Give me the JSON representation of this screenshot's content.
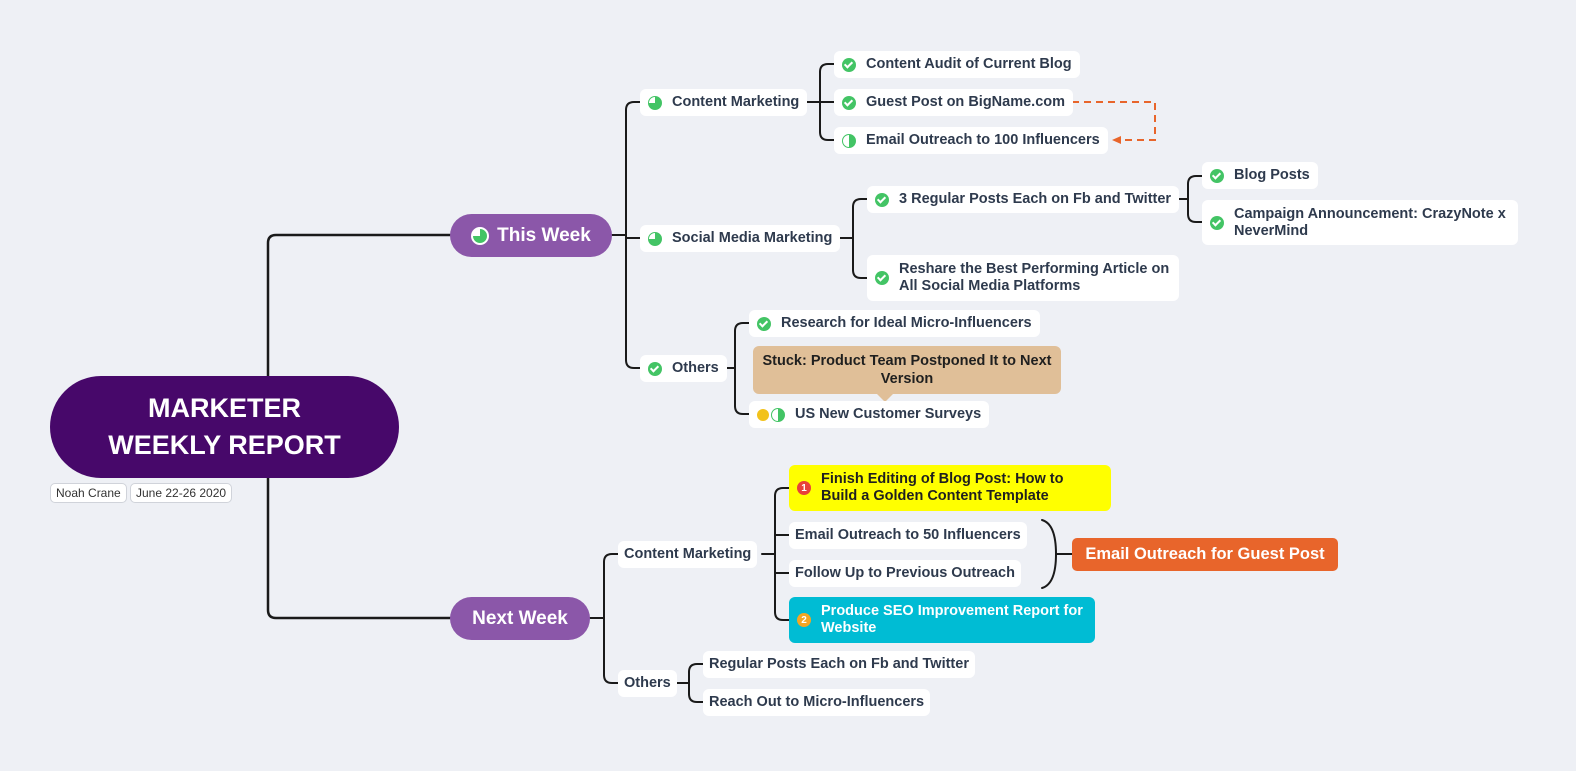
{
  "root": {
    "title_line1": "MARKETER",
    "title_line2": "WEEKLY REPORT"
  },
  "tags": {
    "author": "Noah Crane",
    "dates": "June 22-26 2020"
  },
  "this_week": {
    "label": "This Week",
    "content_marketing": {
      "label": "Content Marketing",
      "items": [
        "Content Audit of Current Blog",
        "Guest Post on BigName.com",
        "Email Outreach to 100 Influencers"
      ]
    },
    "social_media": {
      "label": "Social Media Marketing",
      "regular_posts": "3 Regular Posts Each on Fb and Twitter",
      "blog_posts": "Blog Posts",
      "campaign": "Campaign Announcement: CrazyNote x NeverMind",
      "reshare": "Reshare the Best Performing Article on All Social Media Platforms"
    },
    "others": {
      "label": "Others",
      "research": "Research for Ideal Micro-Influencers",
      "callout": "Stuck: Product Team Postponed It to Next Version",
      "surveys": "US New Customer Surveys"
    }
  },
  "next_week": {
    "label": "Next Week",
    "content_marketing": {
      "label": "Content Marketing",
      "finish_editing": "Finish Editing of Blog Post: How to Build a Golden Content Template",
      "outreach_50": "Email Outreach to 50 Influencers",
      "follow_up": "Follow Up to Previous Outreach",
      "seo_report": "Produce SEO Improvement Report for Website",
      "summary": "Email Outreach for Guest Post"
    },
    "others": {
      "label": "Others",
      "regular_posts": "Regular Posts Each on Fb and Twitter",
      "reach_out": "Reach Out to Micro-Influencers"
    }
  },
  "colors": {
    "root": "#47086a",
    "main": "#8b57a9",
    "check": "#43c465",
    "highlight_yellow": "#ffff00",
    "highlight_cyan": "#00bcd4",
    "summary": "#e8652b",
    "callout": "#e0bf98",
    "relation": "#e8652b"
  },
  "priority_markers": {
    "first": "1",
    "second": "2"
  }
}
